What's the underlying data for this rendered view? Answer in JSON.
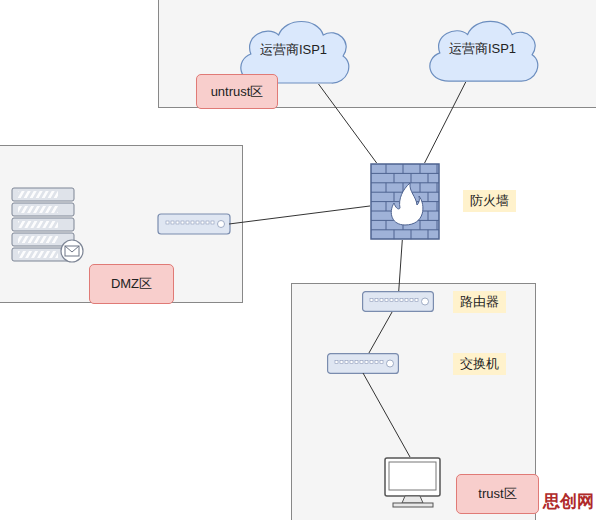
{
  "diagram": {
    "nodes": [
      {
        "text": [
          "untrust区"
        ]
      },
      {
        "text": [
          "运营商ISP1"
        ],
        "in": 0
      },
      {
        "text": [
          "运营商ISP1"
        ],
        "in": 0
      },
      {
        "text": [
          "DMZ区"
        ]
      },
      {
        "text": [
          "防火墙"
        ]
      },
      {
        "text": [
          "trust区"
        ]
      },
      {
        "text": [
          "路由器"
        ],
        "in": 5
      },
      {
        "text": [
          "交换机"
        ],
        "in": 5
      }
    ],
    "edges": [
      {
        "from": 1,
        "to": 4,
        "arrow": "none"
      },
      {
        "from": 2,
        "to": 4,
        "arrow": "none"
      },
      {
        "from": 4,
        "to": 3,
        "arrow": "none"
      },
      {
        "from": 4,
        "to": 6,
        "arrow": "none"
      },
      {
        "from": 6,
        "to": 7,
        "arrow": "none"
      }
    ],
    "labels": [
      "思创网"
    ]
  }
}
